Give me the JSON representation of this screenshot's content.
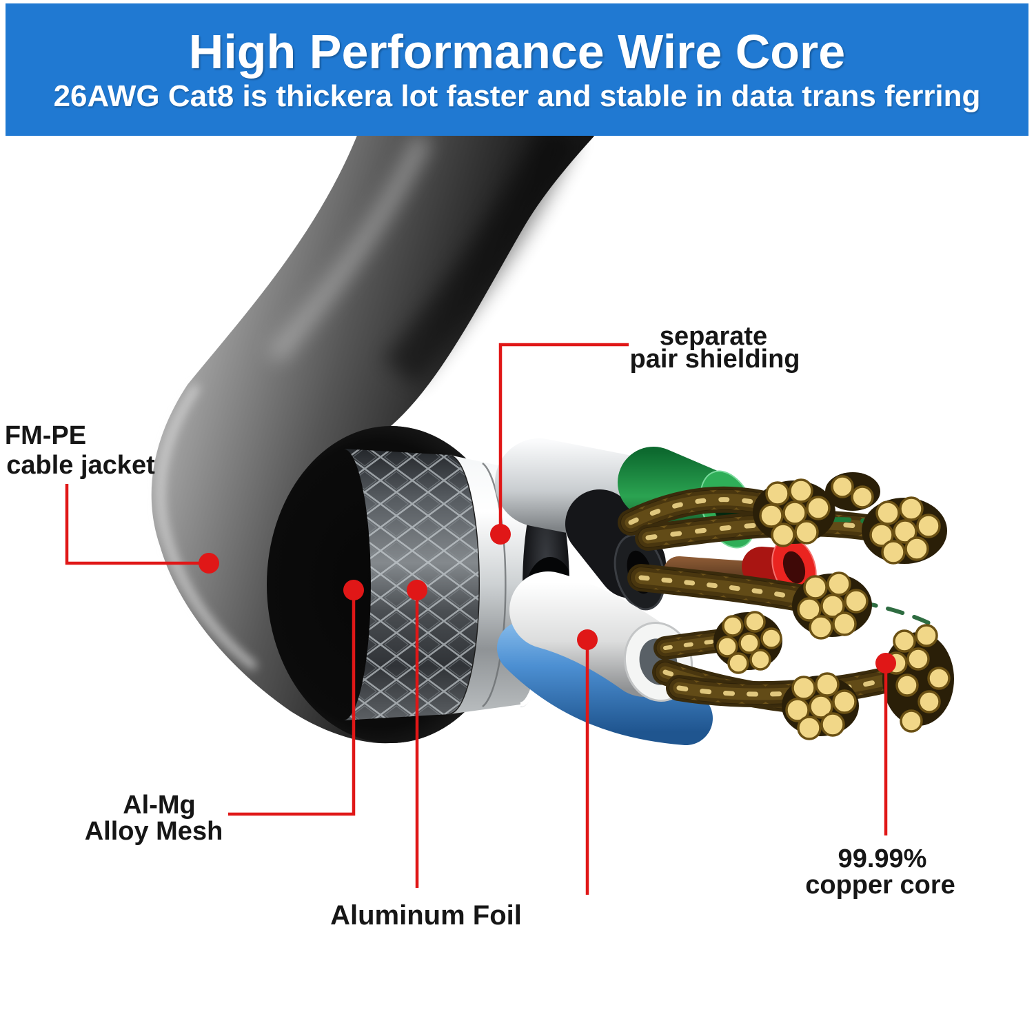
{
  "banner": {
    "title": "High Performance Wire Core",
    "subtitle": "26AWG Cat8 is thickera lot faster and stable in data trans ferring",
    "background_color": "#2079d2",
    "text_color": "#ffffff"
  },
  "callouts": {
    "cable_jacket": {
      "line1": "FM-PE",
      "line2": "cable jacket"
    },
    "pair_shielding": {
      "line1": "separate",
      "line2": "pair shielding"
    },
    "alloy_mesh": {
      "line1": "Al-Mg",
      "line2": "Alloy Mesh"
    },
    "aluminum_foil": {
      "line1": "Aluminum Foil"
    },
    "copper_core": {
      "line1": "99.99%",
      "line2": "copper core"
    }
  },
  "style": {
    "callout_line_color": "#e01717",
    "label_text_color": "#161616",
    "jacket_color": "#0c0c0c",
    "mesh_color": "#84898d",
    "foil_color": "#d9dbdd",
    "shield_white": "#f4f5f4",
    "pair_colors": {
      "green": "#2fae58",
      "red": "#ea2420",
      "blue": "#4c8fd2",
      "white": "#f4f5f4",
      "brown": "#8a5a36",
      "black": "#1c1e21"
    },
    "copper_color": "#f1d788"
  }
}
